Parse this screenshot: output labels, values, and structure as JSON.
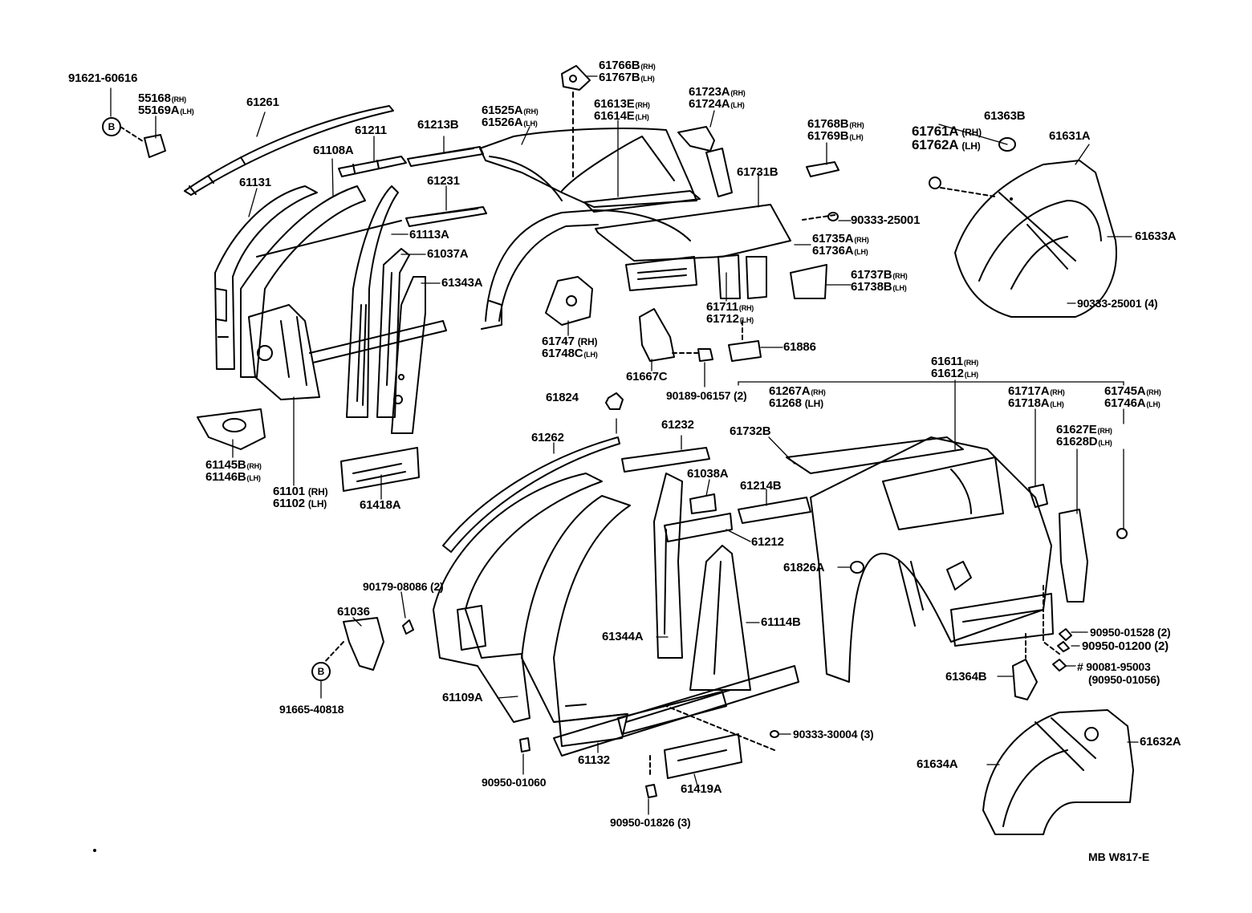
{
  "labels": {
    "p91621": "91621-60616",
    "p55168": "55168",
    "p55168s": "(RH)",
    "p55169": "55169A",
    "p55169s": "(LH)",
    "p61261": "61261",
    "p61211": "61211",
    "p61213": "61213B",
    "p61108": "61108A",
    "p61131": "61131",
    "p61231": "61231",
    "p61113": "61113A",
    "p61037": "61037A",
    "p61343": "61343A",
    "p61145": "61145B",
    "p61145s": "(RH)",
    "p61146": "61146B",
    "p61146s": "(LH)",
    "p61101": "61101",
    "p61101s": "(RH)",
    "p61102": "61102",
    "p61102s": "(LH)",
    "p61418": "61418A",
    "p61766": "61766B",
    "p61766s": "(RH)",
    "p61767": "61767B",
    "p61767s": "(LH)",
    "p61525": "61525A",
    "p61525s": "(RH)",
    "p61526": "61526A",
    "p61526s": "(LH)",
    "p61613": "61613E",
    "p61613s": "(RH)",
    "p61614": "61614E",
    "p61614s": "(LH)",
    "p61723": "61723A",
    "p61723s": "(RH)",
    "p61724": "61724A",
    "p61724s": "(LH)",
    "p61768": "61768B",
    "p61768s": "(RH)",
    "p61769": "61769B",
    "p61769s": "(LH)",
    "p61731": "61731B",
    "p90333a": "90333-25001",
    "p61735": "61735A",
    "p61735s": "(RH)",
    "p61736": "61736A",
    "p61736s": "(LH)",
    "p61737": "61737B",
    "p61737s": "(RH)",
    "p61738": "61738B",
    "p61738s": "(LH)",
    "p61711": "61711",
    "p61711s": "(RH)",
    "p61712": "61712",
    "p61712s": "(LH)",
    "p61886": "61886",
    "p61747": "61747",
    "p61747s": "(RH)",
    "p61748": "61748C",
    "p61748s": "(LH)",
    "p61667": "61667C",
    "p90189": "90189-06157 (2)",
    "p61363": "61363B",
    "p61761": "61761A",
    "p61761s": "(RH)",
    "p61762": "61762A",
    "p61762s": "(LH)",
    "p61631": "61631A",
    "p61633": "61633A",
    "p90333b": "90333-25001 (4)",
    "p61611": "61611",
    "p61611s": "(RH)",
    "p61612": "61612",
    "p61612s": "(LH)",
    "p61267": "61267A",
    "p61267s": "(RH)",
    "p61268": "61268",
    "p61268s": "(LH)",
    "p61717": "61717A",
    "p61717s": "(RH)",
    "p61718": "61718A",
    "p61718s": "(LH)",
    "p61745": "61745A",
    "p61745s": "(RH)",
    "p61746": "61746A",
    "p61746s": "(LH)",
    "p61627": "61627E",
    "p61627s": "(RH)",
    "p61628": "61628D",
    "p61628s": "(LH)",
    "p61732": "61732B",
    "p61824": "61824",
    "p61262": "61262",
    "p61232": "61232",
    "p61038": "61038A",
    "p61214": "61214B",
    "p61212": "61212",
    "p61826": "61826A",
    "p90179": "90179-08086 (2)",
    "p61036": "61036",
    "p91665": "91665-40818",
    "p61344": "61344A",
    "p61114": "61114B",
    "p61109": "61109A",
    "p61132": "61132",
    "p90950a": "90950-01060",
    "p61419": "61419A",
    "p90950b": "90950-01826 (3)",
    "p90333c": "90333-30004 (3)",
    "p90950c": "90950-01528 (2)",
    "p90950d": "90950-01200 (2)",
    "p90081": "# 90081-95003",
    "p90950e": "(90950-01056)",
    "p61364": "61364B",
    "p61632": "61632A",
    "p61634": "61634A",
    "circleB1": "B",
    "circleB2": "B",
    "footer": "MB  W817-E"
  }
}
